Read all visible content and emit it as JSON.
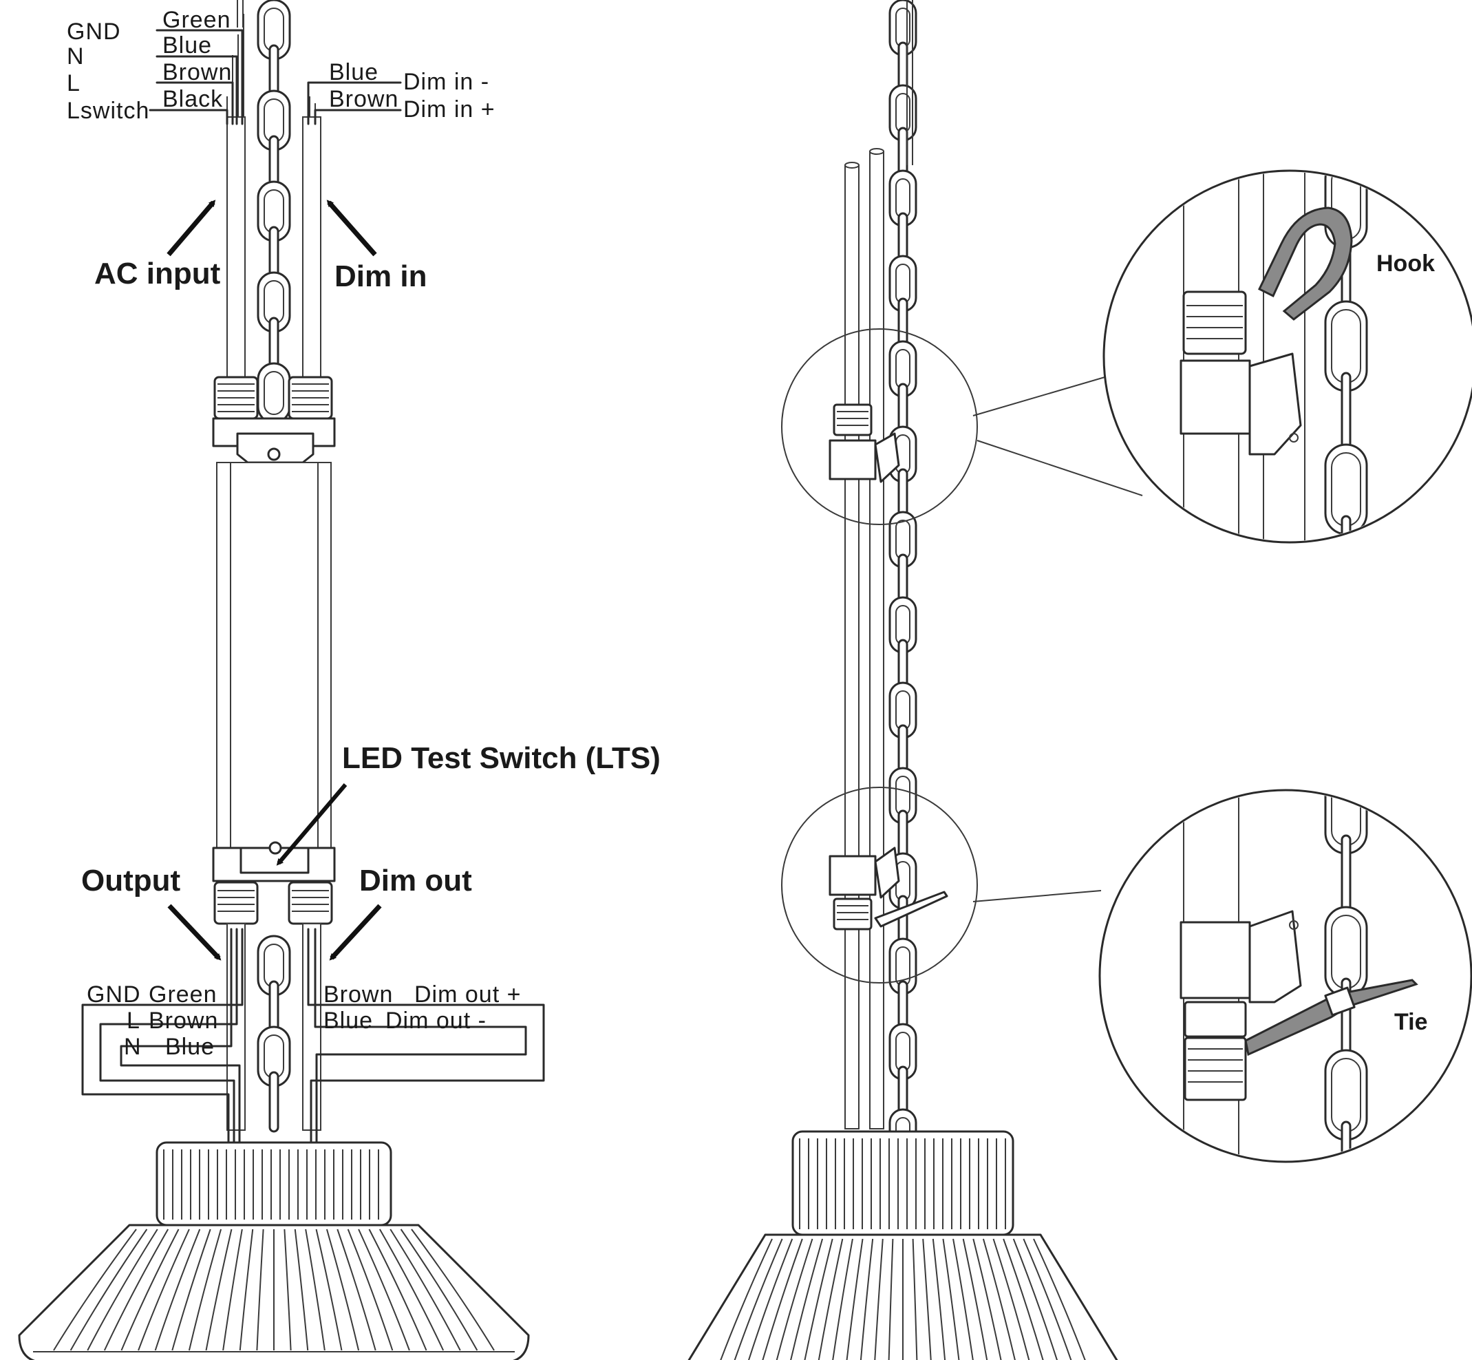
{
  "labels": {
    "ac_input": {
      "gnd": "GND",
      "n": "N",
      "l": "L",
      "lswitch": "Lswitch",
      "green": "Green",
      "blue": "Blue",
      "brown": "Brown",
      "black": "Black"
    },
    "dim_in": {
      "blue": "Blue",
      "brown": "Brown",
      "dim_in_minus": "Dim in -",
      "dim_in_plus": "Dim in +"
    },
    "output": {
      "gnd": "GND",
      "green": "Green",
      "l": "L",
      "brown": "Brown",
      "n": "N",
      "blue": "Blue"
    },
    "dim_out": {
      "brown": "Brown",
      "dim_out_plus": "Dim out +",
      "blue": "Blue",
      "dim_out_minus": "Dim out -"
    },
    "callouts": {
      "ac_input": "AC input",
      "dim_in": "Dim in",
      "lts": "LED Test Switch (LTS)",
      "output": "Output",
      "dim_out": "Dim out",
      "hook": "Hook",
      "tie": "Tie"
    }
  },
  "icons": [
    "arrow-icon",
    "chain-icon",
    "hook-icon",
    "cable-tie-icon",
    "cable-gland-icon",
    "lamp-heatsink-icon"
  ]
}
